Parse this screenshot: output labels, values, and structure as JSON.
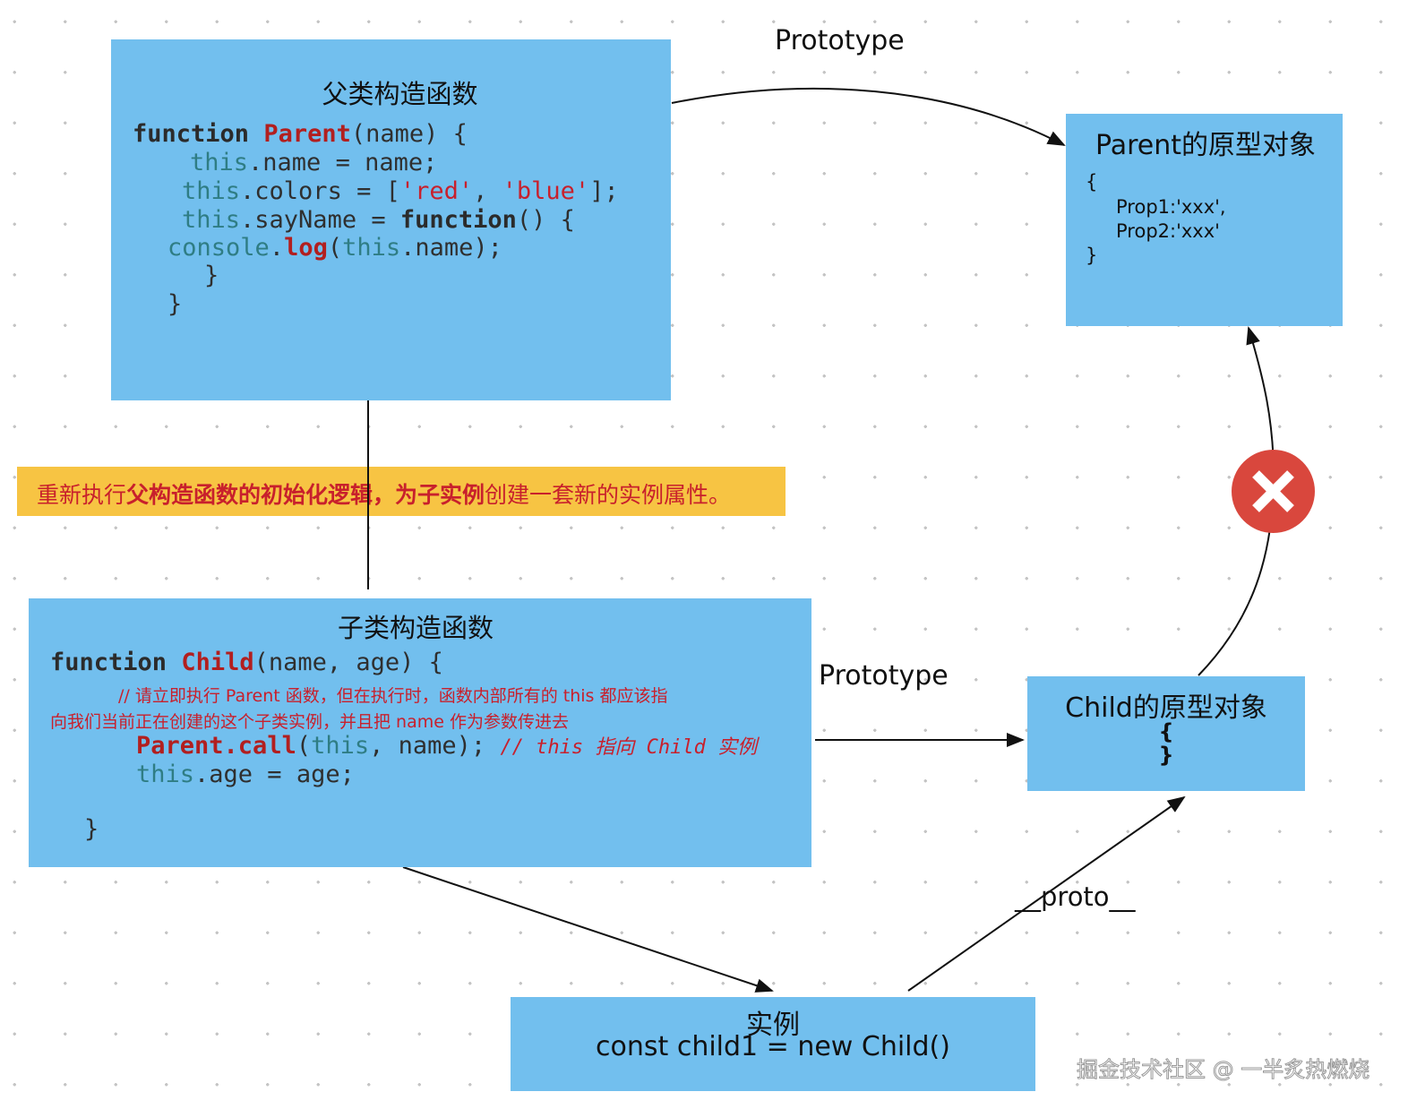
{
  "parent_box": {
    "title": "父类构造函数",
    "kw_function": "function",
    "fn_name": "Parent",
    "params": "(name) {",
    "line1_this": "this",
    "line1_rest": ".name = name;",
    "line2_this": "this",
    "line2_mid": ".colors = [",
    "line2_s1": "'red'",
    "line2_sep": ", ",
    "line2_s2": "'blue'",
    "line2_end": "];",
    "line3_this": "this",
    "line3_mid": ".sayName = ",
    "line3_kw": "function",
    "line3_end": "() {",
    "line4_console": "console",
    "line4_dot": ".",
    "line4_log": "log",
    "line4_open": "(",
    "line4_this": "this",
    "line4_end": ".name);",
    "line5": "}",
    "line6": "}"
  },
  "prototype_top_label": "Prototype",
  "parent_proto_box": {
    "title": "Parent的原型对象",
    "open": "{",
    "prop1": "Prop1:'xxx',",
    "prop2": "Prop2:'xxx'",
    "close": "}"
  },
  "banner": {
    "part1": "重新执行",
    "part2": "父构造函数的初始化逻辑，为子实例",
    "part3": "创建一套新的实例属性。"
  },
  "child_box": {
    "title": "子类构造函数",
    "kw_function": "function",
    "fn_name": "Child",
    "params": "(name, age) {",
    "comment_line1": "// 请立即执行 Parent 函数，但在执行时，函数内部所有的 this 都应该指",
    "comment_line2": "向我们当前正在创建的这个子类实例，并且把 name 作为参数传进去",
    "call_obj": "Parent",
    "call_method": ".call",
    "call_open": "(",
    "call_this": "this",
    "call_args": ", name); ",
    "call_comment": "// this 指向 Child 实例",
    "age_this": "this",
    "age_rest": ".age = age;",
    "close": "}"
  },
  "prototype_mid_label": "Prototype",
  "child_proto_box": {
    "title": "Child的原型对象",
    "open": "{",
    "close": "}"
  },
  "proto_label": "__proto__",
  "instance_box": {
    "title": "实例",
    "code": "const child1 = new Child()"
  },
  "watermark": "掘金技术社区 @ 一半炙热燃烧",
  "colors": {
    "box_fill": "#72bfee",
    "banner_fill": "#f7c443",
    "banner_text": "#c8202c",
    "x_circle": "#d9473d"
  },
  "icons": {
    "x_mark": "close-circle-icon"
  }
}
